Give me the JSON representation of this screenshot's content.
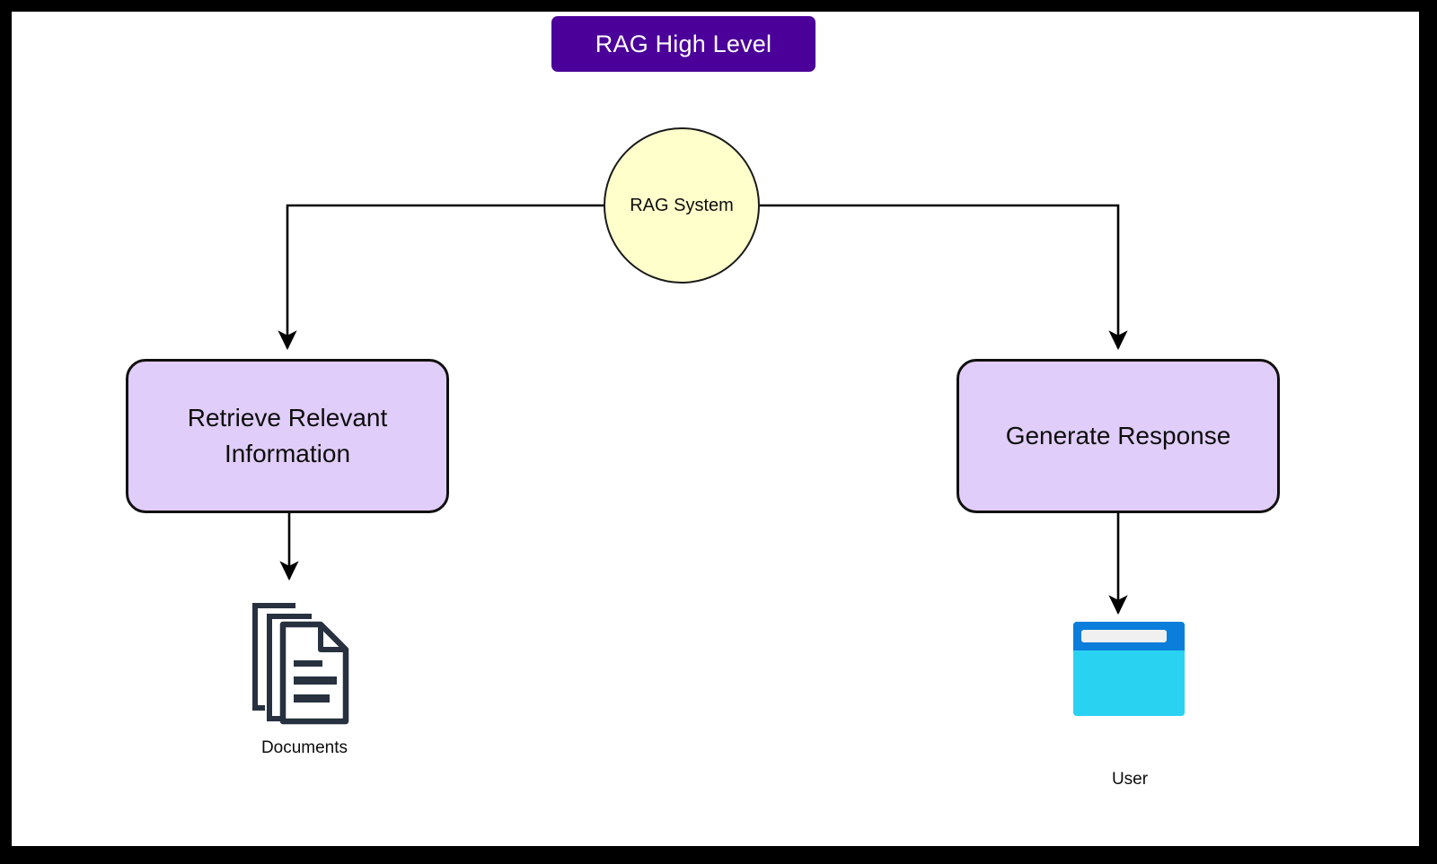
{
  "title": {
    "text": "RAG High Level",
    "background_color": "#4b0099",
    "text_color": "#ffffff"
  },
  "diagram": {
    "type": "flowchart",
    "canvas_background": "#ffffff",
    "frame_color": "#000000",
    "nodes": [
      {
        "id": "rag-system",
        "label": "RAG System",
        "shape": "circle",
        "fill": "#ffffcc",
        "stroke": "#1a1a1a"
      },
      {
        "id": "retrieve",
        "label": "Retrieve Relevant Information",
        "shape": "rounded-rectangle",
        "fill": "#e1cdf9",
        "stroke": "#111111"
      },
      {
        "id": "generate",
        "label": "Generate Response",
        "shape": "rounded-rectangle",
        "fill": "#e1cdf9",
        "stroke": "#111111"
      },
      {
        "id": "documents",
        "label": "Documents",
        "shape": "icon",
        "icon": "documents-stack-icon",
        "icon_color": "#27313f"
      },
      {
        "id": "user",
        "label": "User",
        "shape": "icon",
        "icon": "browser-window-icon",
        "icon_titlebar_color": "#0b7ddb",
        "icon_body_color": "#2ad2f2"
      }
    ],
    "edges": [
      {
        "from": "rag-system",
        "to": "retrieve",
        "style": "orthogonal-arrow"
      },
      {
        "from": "rag-system",
        "to": "generate",
        "style": "orthogonal-arrow"
      },
      {
        "from": "retrieve",
        "to": "documents",
        "style": "straight-arrow"
      },
      {
        "from": "generate",
        "to": "user",
        "style": "straight-arrow"
      }
    ],
    "edge_color": "#000000"
  },
  "labels": {
    "rag_system": "RAG System",
    "retrieve_line1": "Retrieve Relevant",
    "retrieve_line2": "Information",
    "generate": "Generate Response",
    "documents": "Documents",
    "user": "User"
  }
}
